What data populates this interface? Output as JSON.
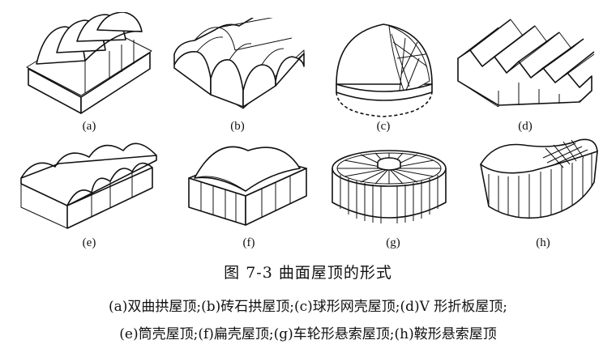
{
  "figures": [
    {
      "id": "a",
      "label": "(a)"
    },
    {
      "id": "b",
      "label": "(b)"
    },
    {
      "id": "c",
      "label": "(c)"
    },
    {
      "id": "d",
      "label": "(d)"
    },
    {
      "id": "e",
      "label": "(e)"
    },
    {
      "id": "f",
      "label": "(f)"
    },
    {
      "id": "g",
      "label": "(g)"
    },
    {
      "id": "h",
      "label": "(h)"
    }
  ],
  "title": "图 7-3   曲面屋顶的形式",
  "caption_line1": "(a)双曲拱屋顶;(b)砖石拱屋顶;(c)球形网壳屋顶;(d)V 形折板屋顶;",
  "caption_line2": "(e)筒壳屋顶;(f)扁壳屋顶;(g)车轮形悬索屋顶;(h)鞍形悬索屋顶"
}
